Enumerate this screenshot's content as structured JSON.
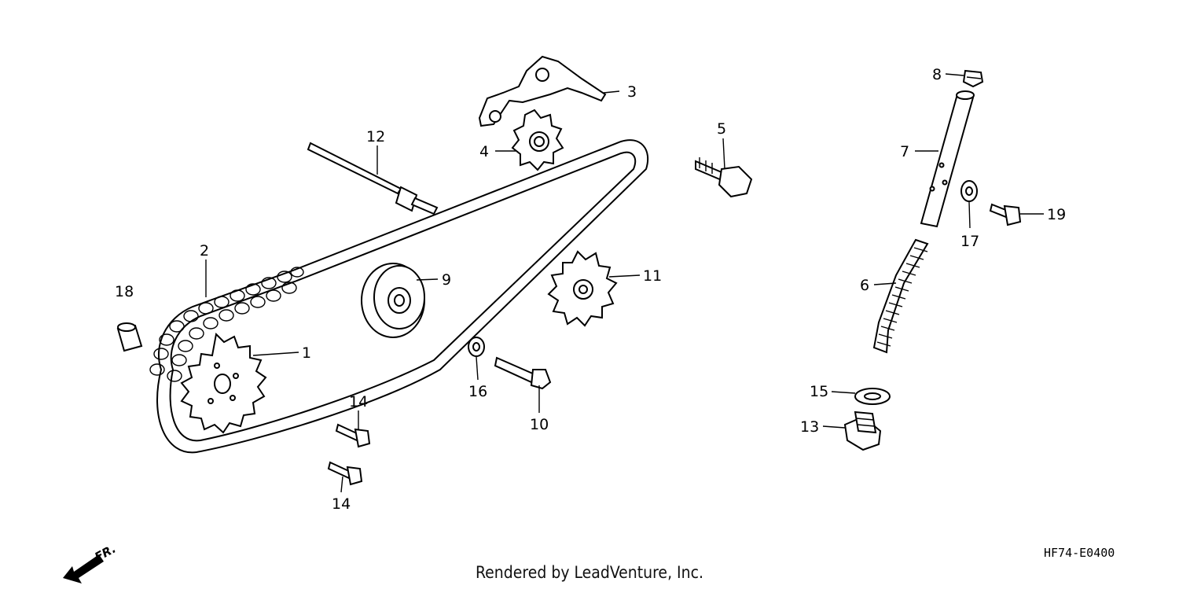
{
  "callouts": [
    {
      "label": "1"
    },
    {
      "label": "2"
    },
    {
      "label": "3"
    },
    {
      "label": "4"
    },
    {
      "label": "5"
    },
    {
      "label": "6"
    },
    {
      "label": "7"
    },
    {
      "label": "8"
    },
    {
      "label": "9"
    },
    {
      "label": "10"
    },
    {
      "label": "11"
    },
    {
      "label": "12"
    },
    {
      "label": "13"
    },
    {
      "label": "14"
    },
    {
      "label": "14"
    },
    {
      "label": "15"
    },
    {
      "label": "16"
    },
    {
      "label": "17"
    },
    {
      "label": "18"
    },
    {
      "label": "19"
    }
  ],
  "front_marker": "FR.",
  "reference_code": "HF74-E0400",
  "credit": "Rendered by LeadVenture, Inc."
}
